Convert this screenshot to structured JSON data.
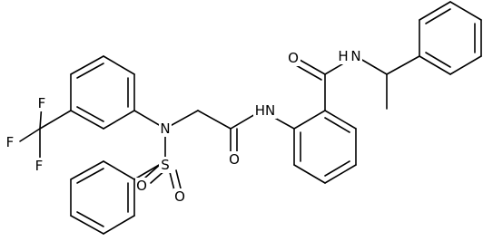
{
  "labels": {
    "f_top": "F",
    "f_left": "F",
    "f_bottom": "F",
    "n_sulfonamide": "N",
    "s_sulfonyl": "S",
    "o_sulfonyl_left": "O",
    "o_sulfonyl_right": "O",
    "o_acetyl": "O",
    "nh_anilide": "HN",
    "o_amide": "O",
    "nh_amide": "N",
    "h_amide": "H"
  }
}
